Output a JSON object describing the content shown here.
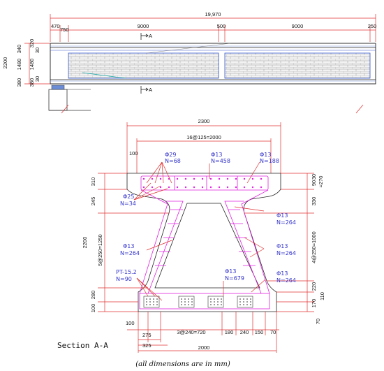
{
  "elevation": {
    "overall": "19,970",
    "top_dims": [
      "470",
      "750",
      "9000",
      "500",
      "9000",
      "250"
    ],
    "left_dims": [
      "2200",
      "380",
      "1480",
      "340",
      "320",
      "30",
      "380",
      "30",
      "1480"
    ],
    "section_mark": "A"
  },
  "section": {
    "title": "Section A-A",
    "top_width": "2300",
    "spacing": "16@125=2000",
    "left_dims": [
      "100",
      "310",
      "245",
      "2200",
      "5@250=1250",
      "280",
      "100"
    ],
    "right_dims": [
      "30",
      "90",
      "=270",
      "330",
      "4@250=1000",
      "220",
      "170",
      "110",
      "70"
    ],
    "bottom_dims": [
      "100",
      "275",
      "325",
      "3@240=720",
      "180",
      "240",
      "150",
      "70",
      "2000"
    ],
    "rebar_labels": [
      {
        "d": "Φ29",
        "n": "N=68"
      },
      {
        "d": "Φ13",
        "n": "N=458"
      },
      {
        "d": "Φ13",
        "n": "N=188"
      },
      {
        "d": "Φ25",
        "n": "N=34"
      },
      {
        "d": "Φ13",
        "n": "N=264"
      },
      {
        "d": "Φ13",
        "n": "N=264"
      },
      {
        "d": "Φ13",
        "n": "N=264"
      },
      {
        "d": "PT-15.2",
        "n": "N=90"
      },
      {
        "d": "Φ13",
        "n": "N=679"
      },
      {
        "d": "Φ13",
        "n": "N=264"
      }
    ]
  },
  "note": "(all dimensions are in mm)"
}
